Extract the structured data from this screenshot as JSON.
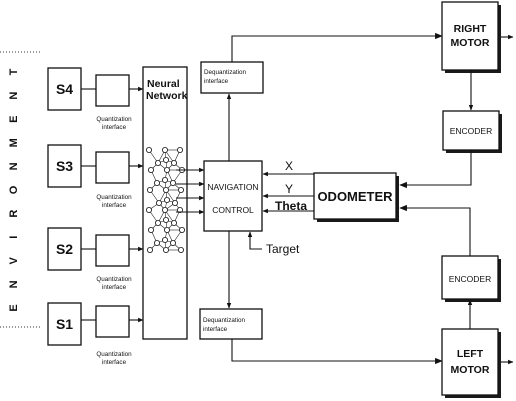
{
  "environment": {
    "letters": [
      "E",
      "N",
      "V",
      "I",
      "R",
      "O",
      "N",
      "M",
      "E",
      "N",
      "T"
    ]
  },
  "sensors": [
    {
      "id": "s4",
      "label": "S4",
      "interface": [
        "Quantization",
        "interface"
      ]
    },
    {
      "id": "s3",
      "label": "S3",
      "interface": [
        "Quantization",
        "interface"
      ]
    },
    {
      "id": "s2",
      "label": "S2",
      "interface": [
        "Quantization",
        "interface"
      ]
    },
    {
      "id": "s1",
      "label": "S1",
      "interface": [
        "Quantization",
        "interface"
      ]
    }
  ],
  "neural_network": {
    "title_line1": "Neural",
    "title_line2": "Network"
  },
  "navigation_control": {
    "line1": "NAVIGATION",
    "line2": "CONTROL"
  },
  "dequantization_top": {
    "line1": "Dequantization",
    "line2": "interface"
  },
  "dequantization_bottom": {
    "line1": "Dequantization",
    "line2": "interface"
  },
  "odometer": {
    "label": "ODOMETER",
    "signal_x": "X",
    "signal_y": "Y",
    "signal_theta": "Theta"
  },
  "target": {
    "label": "Target"
  },
  "right_motor": {
    "line1": "RIGHT",
    "line2": "MOTOR"
  },
  "left_motor": {
    "line1": "LEFT",
    "line2": "MOTOR"
  },
  "encoder_top": {
    "label": "ENCODER"
  },
  "encoder_bottom": {
    "label": "ENCODER"
  }
}
